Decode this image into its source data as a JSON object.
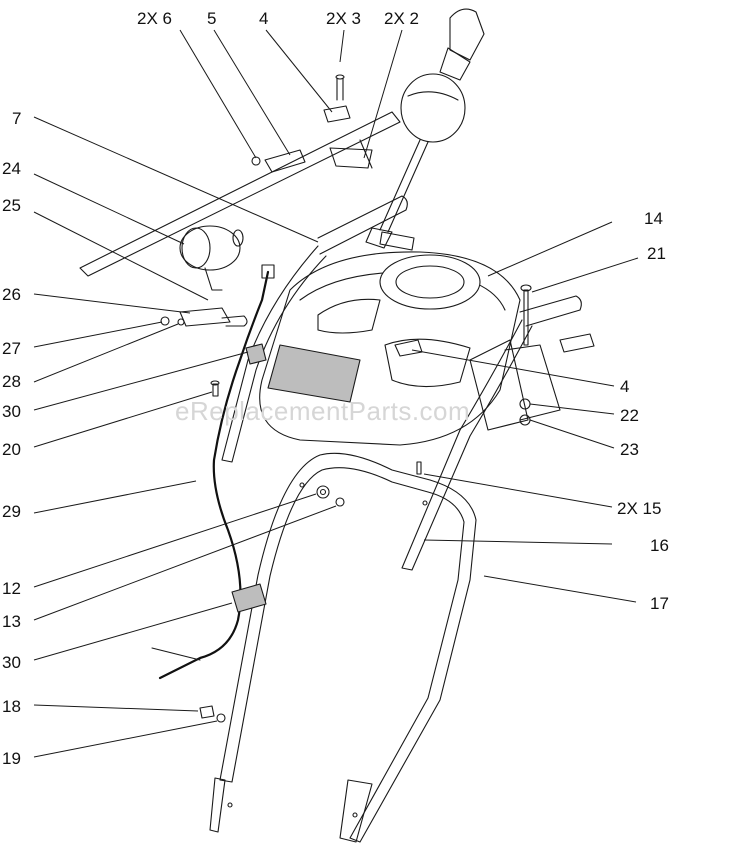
{
  "watermark": "eReplacementParts.com",
  "labels": {
    "l_2x6": "2X 6",
    "l_5": "5",
    "l_4a": "4",
    "l_2x3": "2X 3",
    "l_2x2": "2X 2",
    "l_7": "7",
    "l_24": "24",
    "l_25": "25",
    "l_14": "14",
    "l_21": "21",
    "l_26": "26",
    "l_27": "27",
    "l_28": "28",
    "l_30a": "30",
    "l_4b": "4",
    "l_22": "22",
    "l_20": "20",
    "l_23": "23",
    "l_29": "29",
    "l_2x15": "2X 15",
    "l_16": "16",
    "l_12": "12",
    "l_17": "17",
    "l_13": "13",
    "l_30b": "30",
    "l_18": "18",
    "l_19": "19"
  },
  "colors": {
    "line": "#1a1a1a",
    "watermark": "#d6d6d6",
    "background": "#ffffff"
  }
}
